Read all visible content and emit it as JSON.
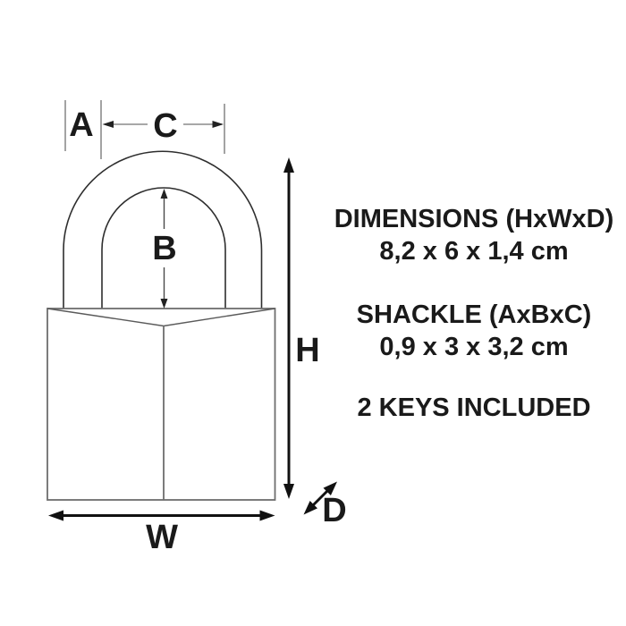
{
  "diagram": {
    "type": "padlock-dimension-drawing",
    "labels": {
      "a": "A",
      "b": "B",
      "c": "C",
      "h": "H",
      "w": "W",
      "d": "D"
    },
    "colors": {
      "ink": "#1a1a1a",
      "shackle_line": "#2e2e2e",
      "body_line": "#6e6e6e",
      "tick_gray": "#8c8c8c",
      "arrow_black": "#111111",
      "background": "#ffffff"
    }
  },
  "specs": {
    "dimensions_title": "DIMENSIONS (HxWxD)",
    "dimensions_value": "8,2 x 6 x 1,4 cm",
    "shackle_title": "SHACKLE (AxBxC)",
    "shackle_value": "0,9 x 3 x 3,2 cm",
    "keys_note": "2 KEYS INCLUDED"
  }
}
